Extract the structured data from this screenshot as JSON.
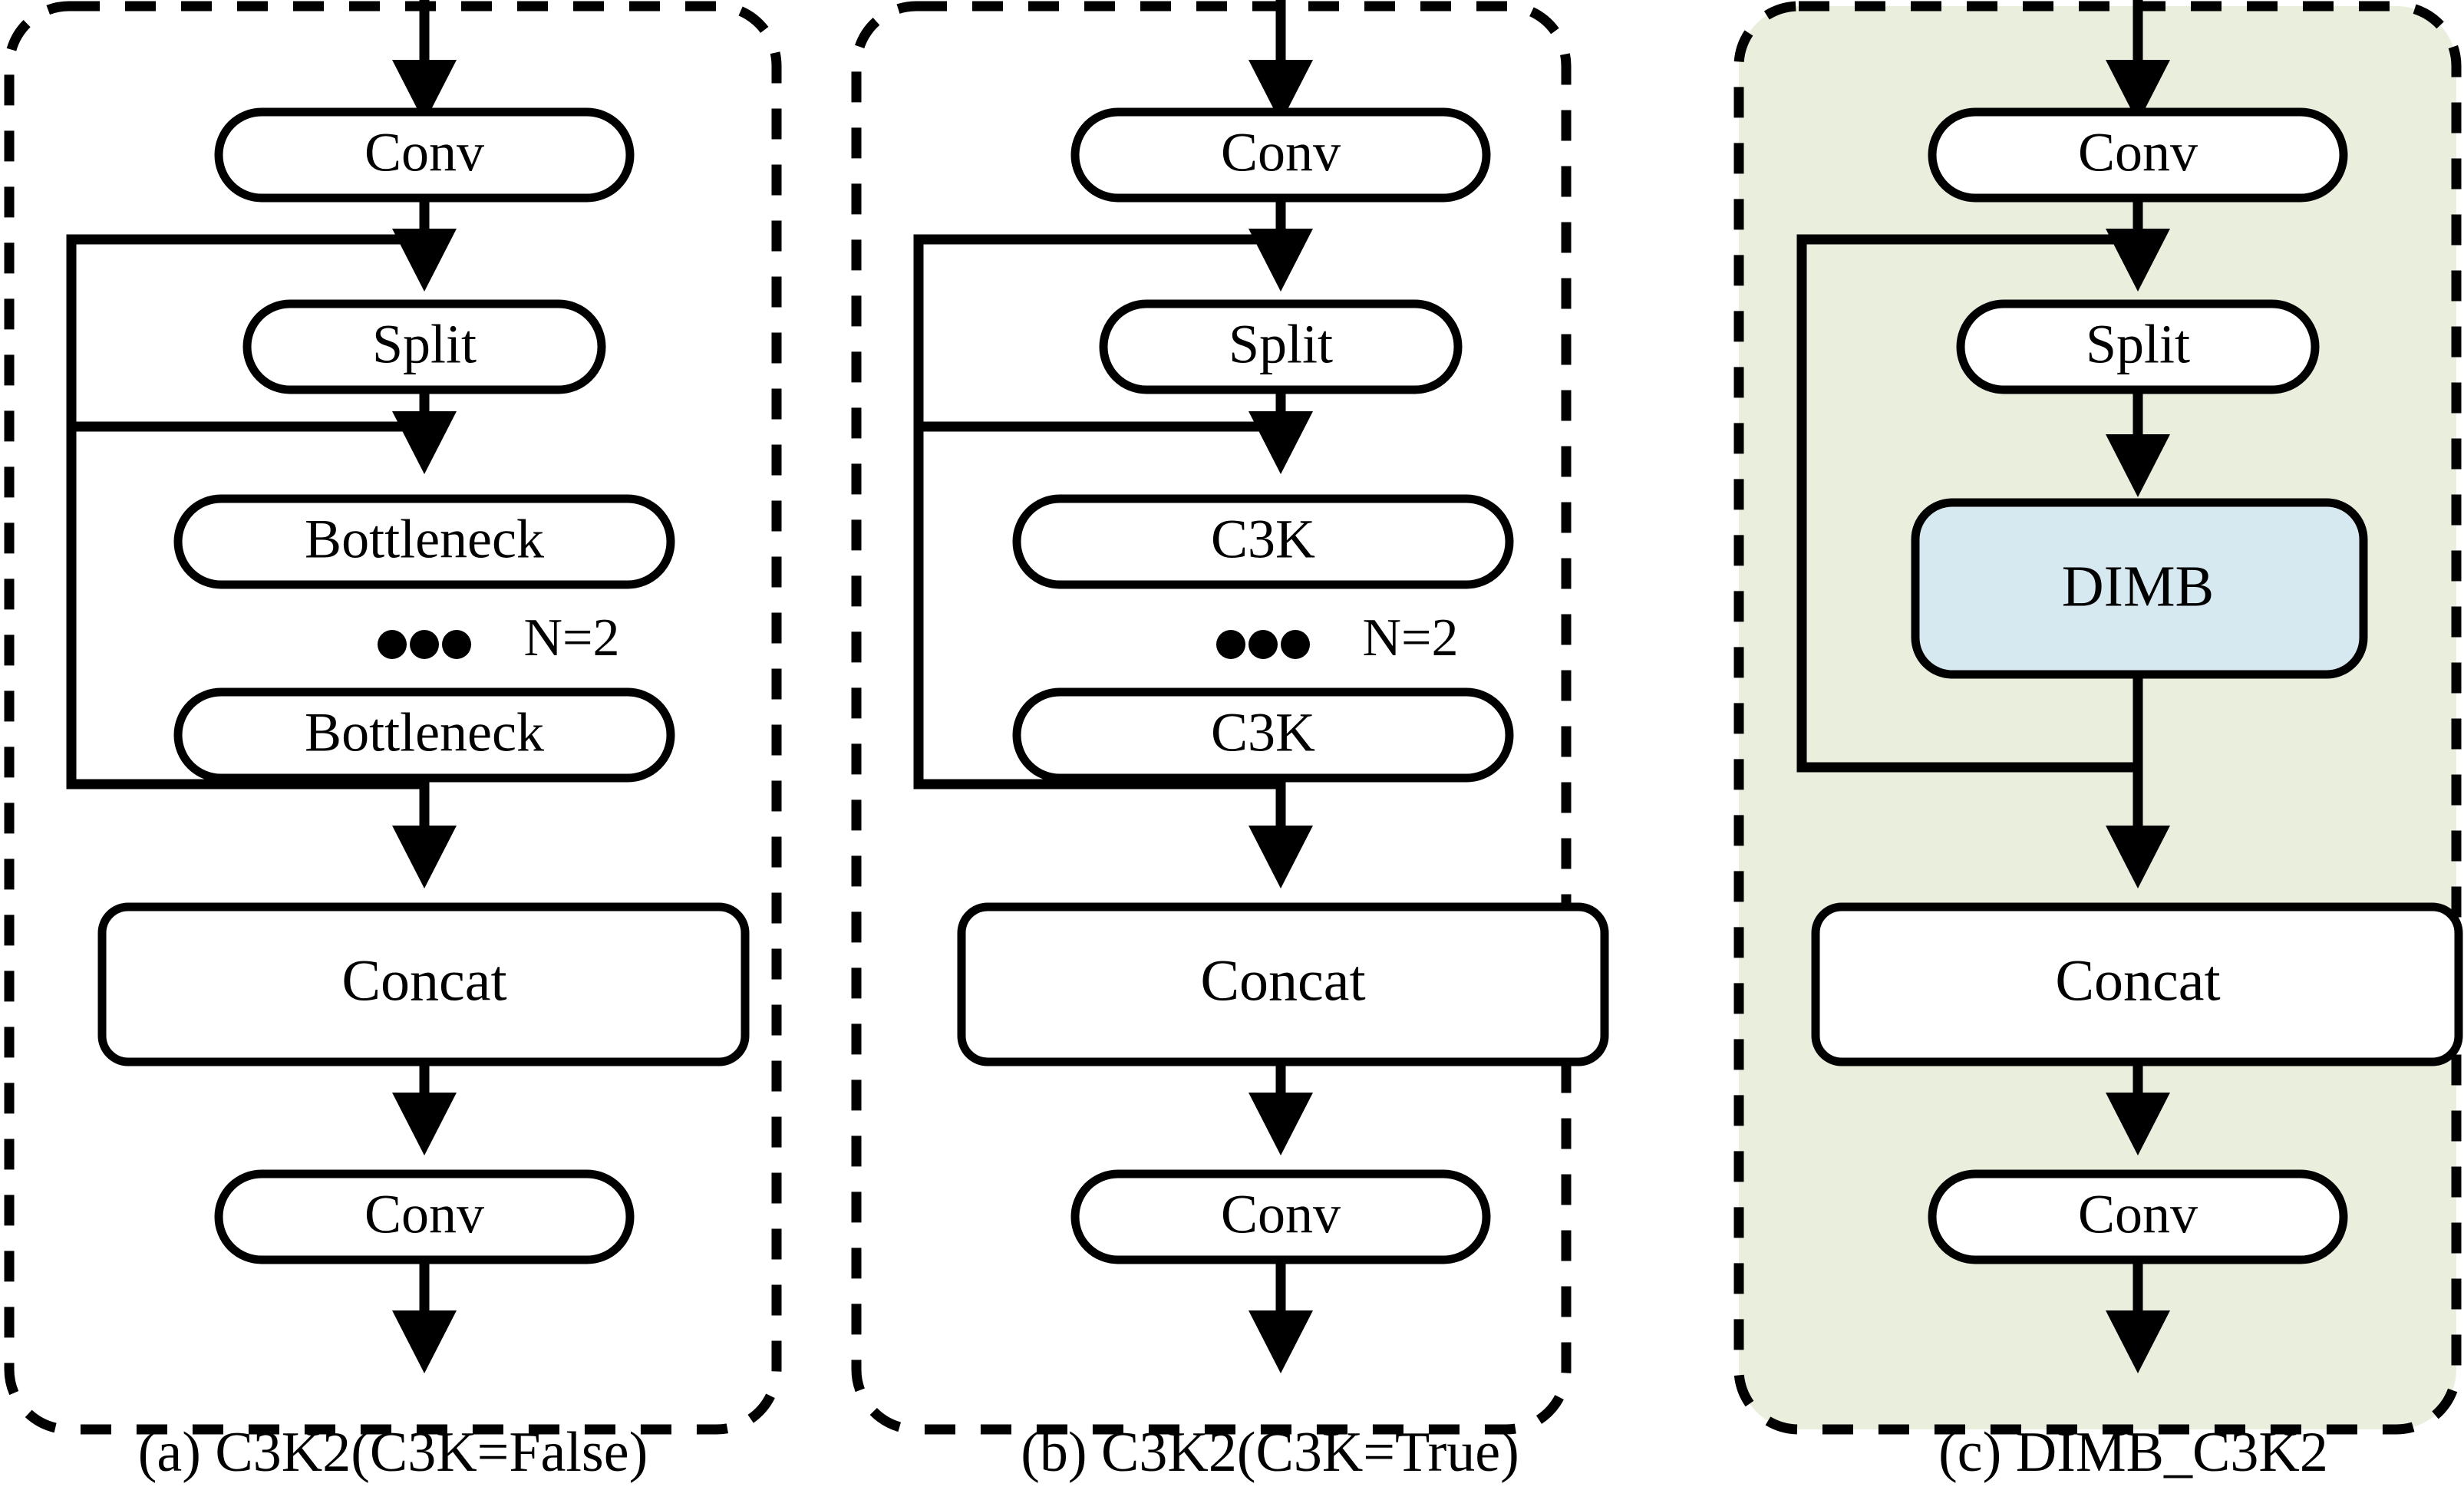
{
  "figure": {
    "title": "C3K2 and DIMB_C3K2 module architectures",
    "background_color": "#ffffff"
  },
  "colors": {
    "stroke": "#000000",
    "node_fill": "#ffffff",
    "highlight_panel_fill": "#e9efdc",
    "dimb_fill": "#d6e8f0"
  },
  "panels": [
    {
      "id": "a",
      "caption": "(a) C3K2(C3K=False)",
      "panel_fill": "#ffffff",
      "repeat_label": "N=2",
      "ellipsis": "•••",
      "nodes": [
        {
          "label": "Conv",
          "shape": "stadium",
          "fill": "#ffffff"
        },
        {
          "label": "Split",
          "shape": "stadium",
          "fill": "#ffffff"
        },
        {
          "label": "Bottleneck",
          "shape": "stadium",
          "fill": "#ffffff"
        },
        {
          "label": "Bottleneck",
          "shape": "stadium",
          "fill": "#ffffff"
        },
        {
          "label": "Concat",
          "shape": "rounded",
          "fill": "#ffffff"
        },
        {
          "label": "Conv",
          "shape": "stadium",
          "fill": "#ffffff"
        }
      ]
    },
    {
      "id": "b",
      "caption": "(b) C3K2(C3K=True)",
      "panel_fill": "#ffffff",
      "repeat_label": "N=2",
      "ellipsis": "•••",
      "nodes": [
        {
          "label": "Conv",
          "shape": "stadium",
          "fill": "#ffffff"
        },
        {
          "label": "Split",
          "shape": "stadium",
          "fill": "#ffffff"
        },
        {
          "label": "C3K",
          "shape": "stadium",
          "fill": "#ffffff"
        },
        {
          "label": "C3K",
          "shape": "stadium",
          "fill": "#ffffff"
        },
        {
          "label": "Concat",
          "shape": "rounded",
          "fill": "#ffffff"
        },
        {
          "label": "Conv",
          "shape": "stadium",
          "fill": "#ffffff"
        }
      ]
    },
    {
      "id": "c",
      "caption": "(c) DIMB_C3K2",
      "panel_fill": "#e9efdc",
      "repeat_label": "",
      "ellipsis": "",
      "nodes": [
        {
          "label": "Conv",
          "shape": "stadium",
          "fill": "#ffffff"
        },
        {
          "label": "Split",
          "shape": "stadium",
          "fill": "#ffffff"
        },
        {
          "label": "DIMB",
          "shape": "rounded",
          "fill": "#d6e8f0"
        },
        {
          "label": "Concat",
          "shape": "rounded",
          "fill": "#ffffff"
        },
        {
          "label": "Conv",
          "shape": "stadium",
          "fill": "#ffffff"
        }
      ]
    }
  ]
}
